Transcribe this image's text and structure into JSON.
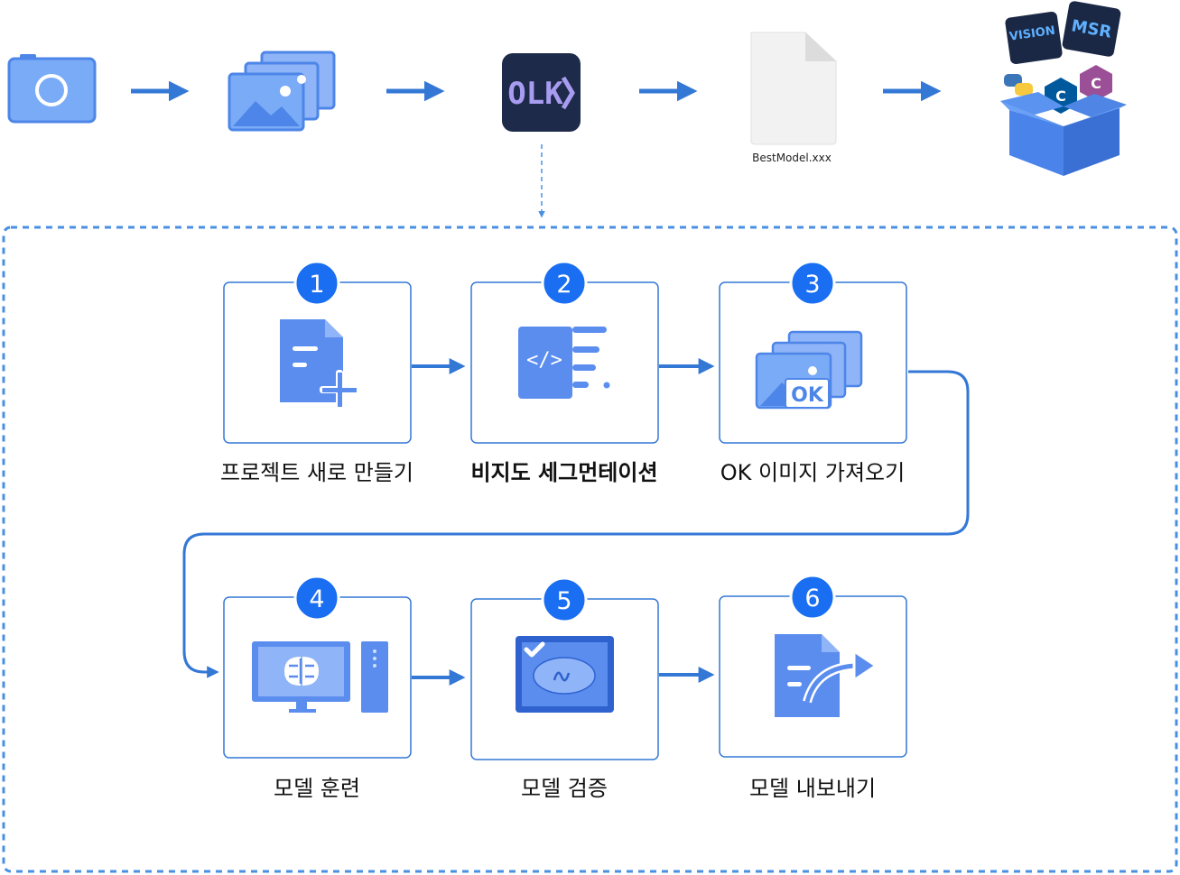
{
  "pipeline": {
    "olk_logo_text": "OLK",
    "file_name": "BestModel.xxx",
    "package_logos": [
      "VISION",
      "MSR"
    ]
  },
  "steps": [
    {
      "number": "1",
      "label": "프로젝트 새로 만들기",
      "bold": false
    },
    {
      "number": "2",
      "label": "비지도 세그먼테이션",
      "bold": true
    },
    {
      "number": "3",
      "label": "OK 이미지 가져오기",
      "bold": false,
      "badge": "OK"
    },
    {
      "number": "4",
      "label": "모델 훈련",
      "bold": false
    },
    {
      "number": "5",
      "label": "모델 검증",
      "bold": false
    },
    {
      "number": "6",
      "label": "모델 내보내기",
      "bold": false
    }
  ],
  "colors": {
    "accent": "#1a6ef2",
    "arrow": "#3478d6",
    "icon_blue": "#5b8def",
    "icon_light": "#8fb4f7",
    "dashed_border": "#4a90e2",
    "olk_bg": "#1e2a4a",
    "olk_text": "#a89cf0"
  }
}
